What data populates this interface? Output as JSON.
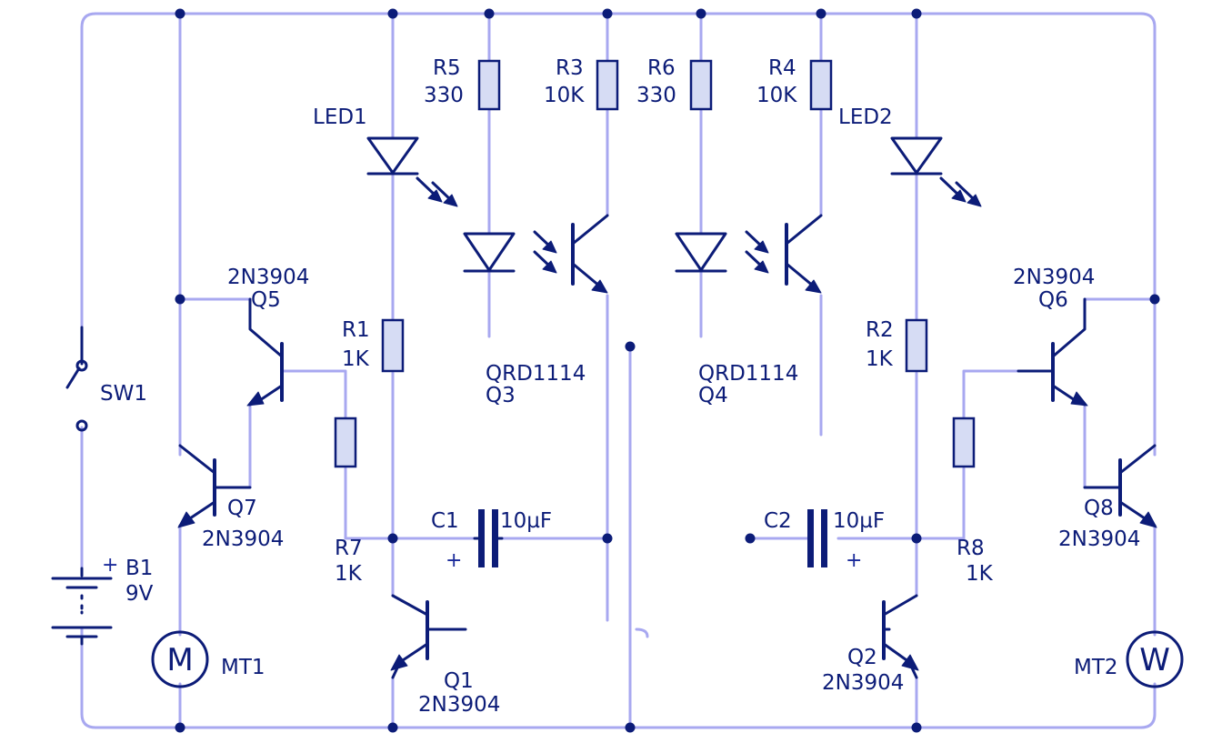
{
  "colors": {
    "wire": "#a8a8f0",
    "component": "#0c1c78",
    "resistor_fill": "#d6dcf4",
    "background": "#ffffff"
  },
  "components": {
    "sw1": "SW1",
    "b1": {
      "ref": "B1",
      "value": "9V",
      "polarity": "+"
    },
    "mt1": {
      "ref": "MT1",
      "symbol": "M"
    },
    "mt2": {
      "ref": "MT2",
      "symbol": "W"
    },
    "led1": "LED1",
    "led2": "LED2",
    "r1": {
      "ref": "R1",
      "value": "1K"
    },
    "r2": {
      "ref": "R2",
      "value": "1K"
    },
    "r3": {
      "ref": "R3",
      "value": "10K"
    },
    "r4": {
      "ref": "R4",
      "value": "10K"
    },
    "r5": {
      "ref": "R5",
      "value": "330"
    },
    "r6": {
      "ref": "R6",
      "value": "330"
    },
    "r7": {
      "ref": "R7",
      "value": "1K"
    },
    "r8": {
      "ref": "R8",
      "value": "1K"
    },
    "c1": {
      "ref": "C1",
      "value": "10µF",
      "polarity": "+"
    },
    "c2": {
      "ref": "C2",
      "value": "10µF",
      "polarity": "+"
    },
    "q1": {
      "ref": "Q1",
      "part": "2N3904"
    },
    "q2": {
      "ref": "Q2",
      "part": "2N3904"
    },
    "q3": {
      "ref": "Q3",
      "part": "QRD1114"
    },
    "q4": {
      "ref": "Q4",
      "part": "QRD1114"
    },
    "q5": {
      "ref": "Q5",
      "part": "2N3904"
    },
    "q6": {
      "ref": "Q6",
      "part": "2N3904"
    },
    "q7": {
      "ref": "Q7",
      "part": "2N3904"
    },
    "q8": {
      "ref": "Q8",
      "part": "2N3904"
    }
  }
}
